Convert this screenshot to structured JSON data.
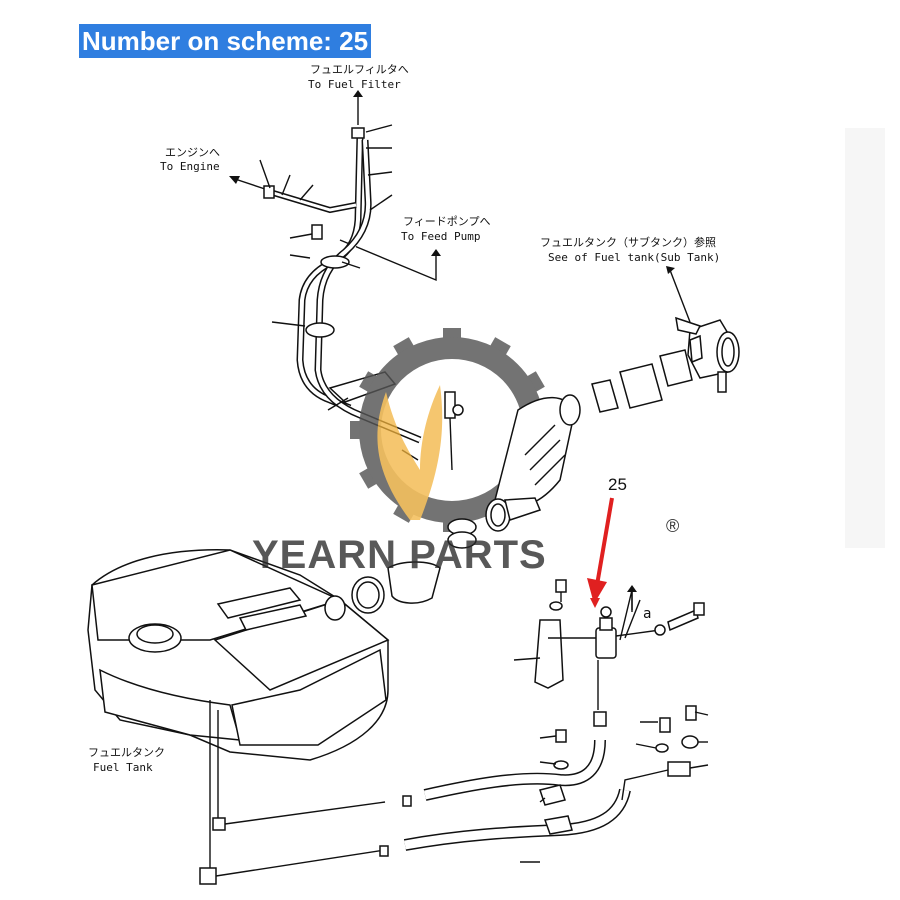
{
  "header": {
    "scheme_label": "Number on scheme: 25"
  },
  "callouts": {
    "to_fuel_filter_jp": "フュエルフィルタへ",
    "to_fuel_filter_en": "To Fuel Filter",
    "to_engine_jp": "エンジンへ",
    "to_engine_en": "To Engine",
    "to_feed_pump_jp": "フィードポンプへ",
    "to_feed_pump_en": "To Feed Pump",
    "sub_tank_jp": "フュエルタンク（サブタンク）参照",
    "sub_tank_en": "See of Fuel tank(Sub Tank)",
    "fuel_tank_jp": "フュエルタンク",
    "fuel_tank_en": "Fuel Tank",
    "part_number": "25",
    "view_ref_1": "a",
    "view_ref_2": "a"
  },
  "watermark": {
    "brand": "YEARN PARTS",
    "registered": "®"
  },
  "colors": {
    "label_bg": "#2f7ee0",
    "label_text": "#ffffff",
    "arrow": "#e02020",
    "gear": "#555555",
    "flame": "#f2b33c"
  }
}
